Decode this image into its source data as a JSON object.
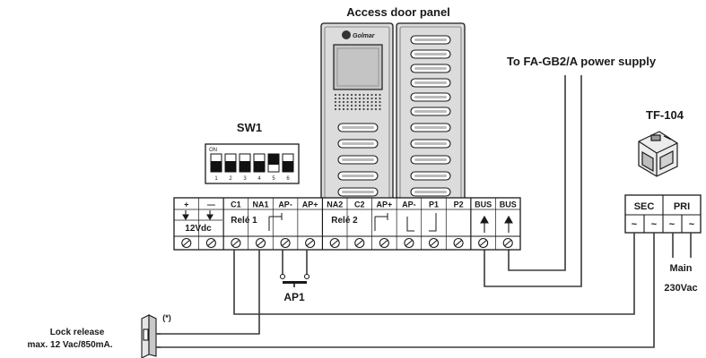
{
  "labels": {
    "panel_title": "Access door panel",
    "power_supply": "To FA-GB2/A power supply",
    "sw1": "SW1",
    "tf104": "TF-104",
    "ap1": "AP1",
    "main": "Main",
    "voltage": "230Vac",
    "lock_release": "Lock release",
    "lock_spec": "max. 12 Vac/850mA.",
    "note_mark": "(*)",
    "logo_text": "Golmar"
  },
  "dip_switch": {
    "on_label": "ON",
    "numbers": [
      "1",
      "2",
      "3",
      "4",
      "5",
      "6"
    ]
  },
  "terminal_block": {
    "top": [
      "+",
      "—",
      "C1",
      "NA1",
      "AP-",
      "AP+",
      "NA2",
      "C2",
      "AP+",
      "AP-",
      "P1",
      "P2",
      "BUS",
      "BUS"
    ],
    "sub": [
      "12Vdc",
      "Relé 1",
      "Relé 2"
    ]
  },
  "transformer_block": {
    "top": [
      "SEC",
      "PRI"
    ],
    "bottom": [
      "~",
      "~",
      "~",
      "~"
    ]
  },
  "colors": {
    "line": "#1a1a1a",
    "wire": "#3a3a3a",
    "panel_fill": "#dcdcdc",
    "screen": "#c4c4c4",
    "dip_dark": "#111111"
  }
}
